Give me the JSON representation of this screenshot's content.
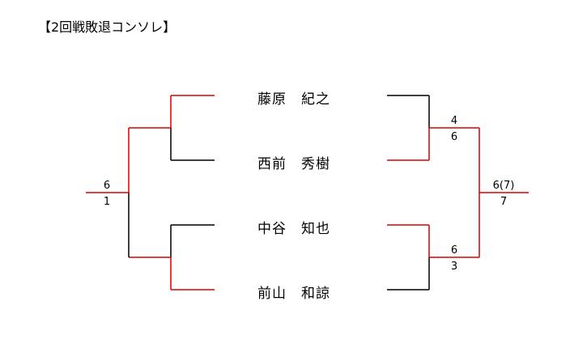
{
  "title": "【2回戦敗退コンソレ】",
  "colors": {
    "winner": "#d90000",
    "loser": "#000000"
  },
  "players": [
    {
      "name": "藤原　紀之"
    },
    {
      "name": "西前　秀樹"
    },
    {
      "name": "中谷　知也"
    },
    {
      "name": "前山　和諒"
    }
  ],
  "scores": {
    "left_final": {
      "top": "6",
      "bottom": "1"
    },
    "right_semi_1": {
      "top": "4",
      "bottom": "6"
    },
    "right_semi_2": {
      "top": "6",
      "bottom": "3"
    },
    "right_final": {
      "top": "6(7)",
      "bottom": "7"
    }
  }
}
